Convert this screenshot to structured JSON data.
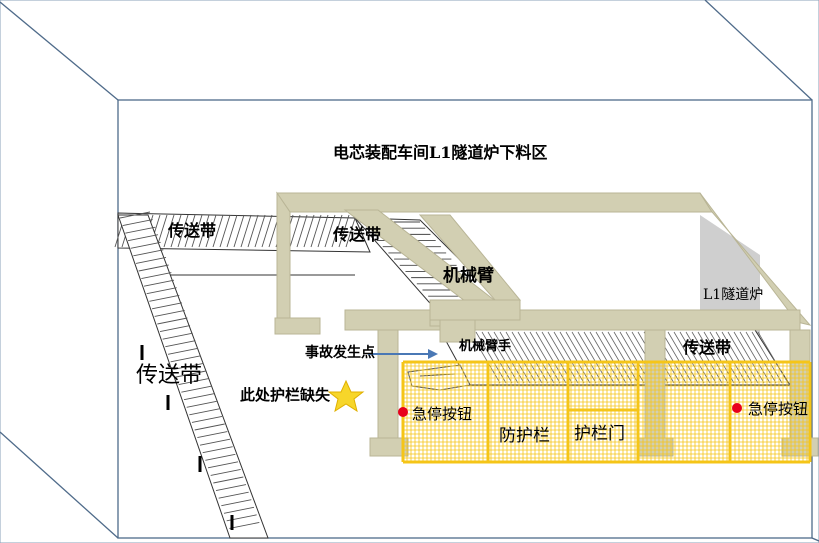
{
  "diagram": {
    "title": "电芯装配车间L1隧道炉下料区",
    "labels": {
      "conveyor_top_left": "传送带",
      "conveyor_top_center": "传送带",
      "conveyor_left": "传送带",
      "conveyor_right": "传送带",
      "robot_arm": "机械臂",
      "robot_hand": "机械臂手",
      "tunnel_furnace": "L1隧道炉",
      "accident_point": "事故发生点",
      "missing_guardrail": "此处护栏缺失",
      "emergency_stop_left": "急停按钮",
      "emergency_stop_right": "急停按钮",
      "guard_fence": "防护栏",
      "fence_gate": "护栏门"
    },
    "colors": {
      "frame_beam": "#d2cfb2",
      "frame_shadow": "#b9b596",
      "fence": "#f5c518",
      "star": "#f7d62a",
      "emergency_button": "#e8001c",
      "room_edge": "#4f6b8a",
      "arrow": "#4a78b5"
    }
  }
}
